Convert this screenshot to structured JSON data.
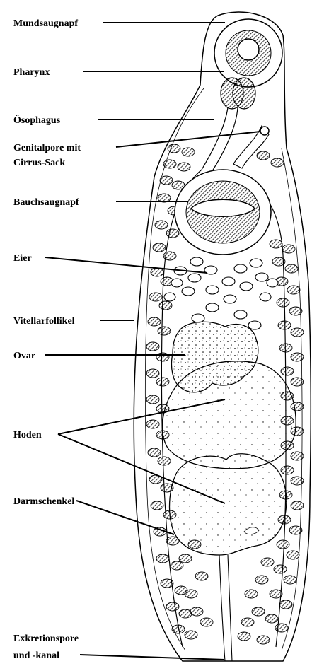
{
  "labels": {
    "mundsaugnapf": "Mundsaugnapf",
    "pharynx": "Pharynx",
    "oesophagus": "Ösophagus",
    "genitalpore_1": "Genitalpore mit",
    "genitalpore_2": "Cirrus-Sack",
    "bauchsaugnapf": "Bauchsaugnapf",
    "eier": "Eier",
    "vitellarfollikel": "Vitellarfollikel",
    "ovar": "Ovar",
    "hoden": "Hoden",
    "darmschenkel": "Darmschenkel",
    "exkretion_1": "Exkretionspore",
    "exkretion_2": "und -kanal"
  },
  "colors": {
    "ink": "#000000",
    "paper": "#ffffff",
    "follicle": "#6a6a6a"
  }
}
